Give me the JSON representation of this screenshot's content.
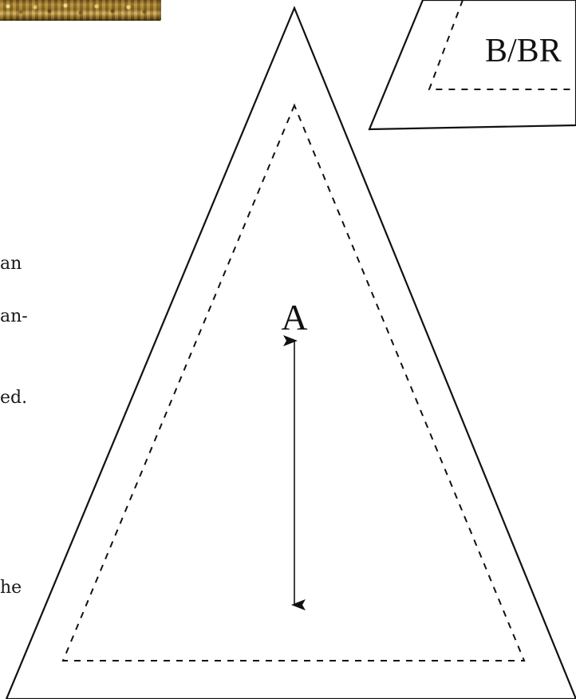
{
  "ornament": {
    "semantic": "gilded-ornament-frame"
  },
  "margin_text": [
    "an",
    "an-",
    "ed.",
    "he"
  ],
  "pattern_pieces": {
    "piece_a_label": "A",
    "piece_b_label": "B/BR"
  },
  "colors": {
    "line": "#111111",
    "paper": "#ffffff",
    "ornament_gold": "#b18b3b"
  }
}
